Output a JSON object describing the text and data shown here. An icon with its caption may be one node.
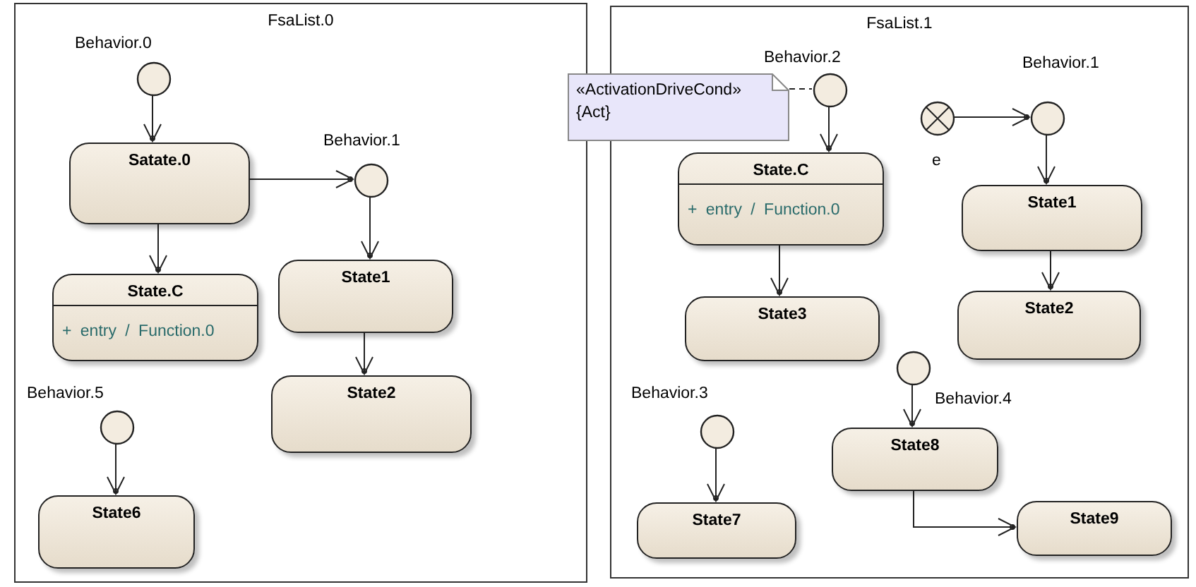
{
  "diagram": {
    "nodes": [
      {
        "text": [
          "FsaList.0"
        ]
      },
      {
        "text": [
          "Behavior.0"
        ],
        "in": 0
      },
      {
        "text": [
          "Satate.0"
        ],
        "in": 0
      },
      {
        "text": [
          "State.C",
          "+ entry / Function.0"
        ],
        "in": 0
      },
      {
        "text": [
          "Behavior.1"
        ],
        "in": 0
      },
      {
        "text": [
          "State1"
        ],
        "in": 0
      },
      {
        "text": [
          "State2"
        ],
        "in": 0
      },
      {
        "text": [
          "Behavior.5"
        ],
        "in": 0
      },
      {
        "text": [
          "State6"
        ],
        "in": 0
      },
      {
        "text": [
          "FsaList.1"
        ]
      },
      {
        "text": [
          "«ActivationDriveCond»",
          "{Act}"
        ]
      },
      {
        "text": [
          "Behavior.2"
        ],
        "in": 9
      },
      {
        "text": [
          "Behavior.1"
        ],
        "in": 9
      },
      {
        "text": [
          "e"
        ],
        "in": 9
      },
      {
        "text": [
          "State.C",
          "+ entry / Function.0"
        ],
        "in": 9
      },
      {
        "text": [
          "State1"
        ],
        "in": 9
      },
      {
        "text": [
          "State3"
        ],
        "in": 9
      },
      {
        "text": [
          "State2"
        ],
        "in": 9
      },
      {
        "text": [
          "Behavior.3"
        ],
        "in": 9
      },
      {
        "text": [
          "Behavior.4"
        ],
        "in": 9
      },
      {
        "text": [
          "State7"
        ],
        "in": 9
      },
      {
        "text": [
          "State8"
        ],
        "in": 9
      },
      {
        "text": [
          "State9"
        ],
        "in": 9
      }
    ],
    "edges": [
      {
        "from": 1,
        "to": 2,
        "arrow": "to"
      },
      {
        "from": 2,
        "to": 3,
        "arrow": "to"
      },
      {
        "from": 2,
        "to": 4,
        "arrow": "to"
      },
      {
        "from": 4,
        "to": 5,
        "arrow": "to"
      },
      {
        "from": 5,
        "to": 6,
        "arrow": "to"
      },
      {
        "from": 7,
        "to": 8,
        "arrow": "to"
      },
      {
        "from": 10,
        "to": 11,
        "arrow": "none",
        "style": "dashed"
      },
      {
        "from": 11,
        "to": 14,
        "arrow": "to"
      },
      {
        "from": 13,
        "to": 12,
        "arrow": "to"
      },
      {
        "from": 12,
        "to": 15,
        "arrow": "to"
      },
      {
        "from": 14,
        "to": 16,
        "arrow": "to"
      },
      {
        "from": 15,
        "to": 17,
        "arrow": "to"
      },
      {
        "from": 18,
        "to": 20,
        "arrow": "to"
      },
      {
        "from": 19,
        "to": 21,
        "arrow": "to"
      },
      {
        "from": 21,
        "to": 22,
        "arrow": "to"
      }
    ]
  }
}
